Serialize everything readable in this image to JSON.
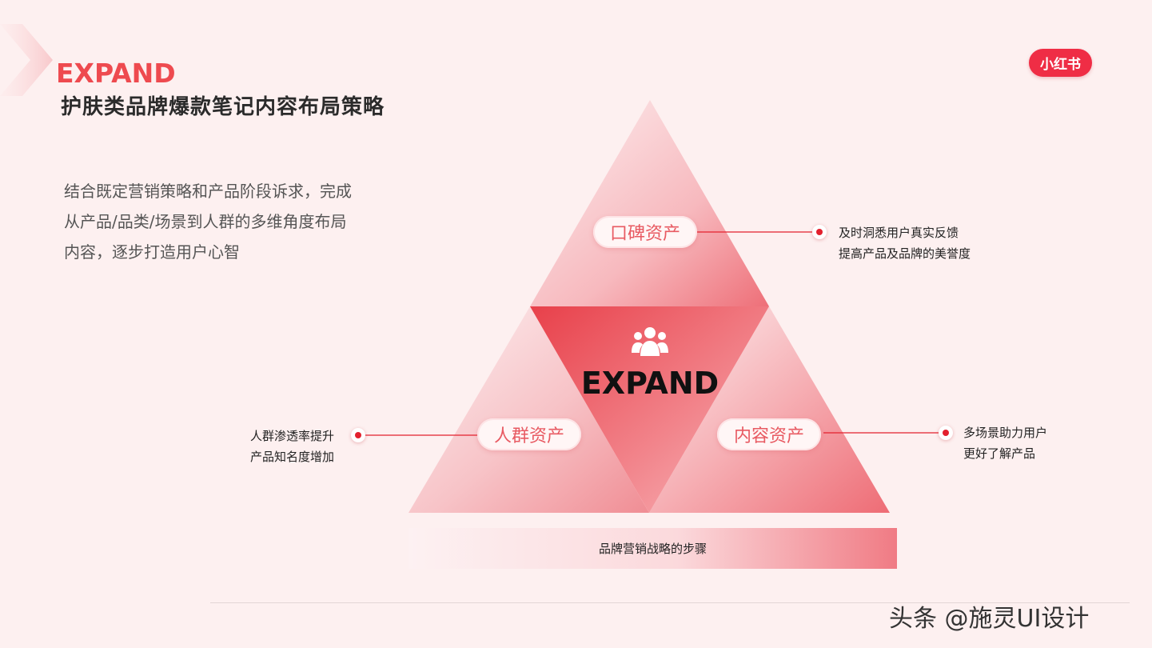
{
  "header": {
    "brand_word": "EXPAND",
    "title": "护肤类品牌爆款笔记内容布局策略"
  },
  "logo": {
    "text": "小红书",
    "color": "#ef2d45"
  },
  "intro": {
    "lines": [
      "结合既定营销策略和产品阶段诉求，完成",
      "从产品/品类/场景到人群的多维角度布局",
      "内容，逐步打造用户心智"
    ]
  },
  "pyramid": {
    "center_label": "EXPAND",
    "center_icon": "users-icon",
    "top": {
      "label": "口碑资产",
      "note": [
        "及时洞悉用户真实反馈",
        "提高产品及品牌的美誉度"
      ]
    },
    "left": {
      "label": "人群资产",
      "note": [
        "人群渗透率提升",
        "产品知名度增加"
      ]
    },
    "right": {
      "label": "内容资产",
      "note": [
        "多场景助力用户",
        "更好了解产品"
      ]
    },
    "base_label": "品牌营销战略的步骤"
  },
  "colors": {
    "accent": "#ee4a4f",
    "dot": "#e3202d",
    "background": "#fdf0f0"
  },
  "watermark": "头条 @施灵UI设计"
}
